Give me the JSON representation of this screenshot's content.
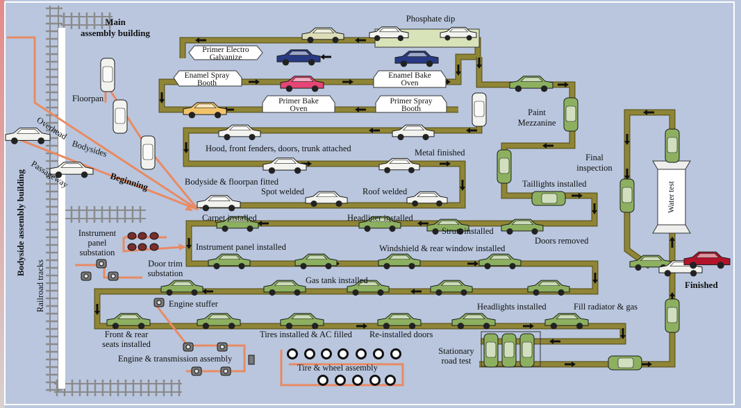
{
  "colors": {
    "background": "#b9c6de",
    "conveyor": "#8f8536",
    "conveyor_edge": "#5d5620",
    "feed_line": "#e98a62",
    "track": "#8a8a8a",
    "car_green": "#8cb060",
    "car_white": "#f2f2ee",
    "car_blue": "#283a83",
    "car_pink": "#e54673",
    "car_yellow": "#f2c46a",
    "car_red": "#b3142a",
    "car_ivory": "#dcdcb8",
    "bath": "#d9e3b9",
    "wheel": "#222222"
  },
  "labels": {
    "main_building": [
      "Main",
      "assembly building"
    ],
    "phosphate_dip": "Phosphate dip",
    "primer_electro": [
      "Primer Electro",
      "Galvanize"
    ],
    "enamel_spray": [
      "Enamel Spray",
      "Booth"
    ],
    "enamel_bake": [
      "Enamel Bake",
      "Oven"
    ],
    "primer_bake": [
      "Primer Bake",
      "Oven"
    ],
    "primer_spray": [
      "Primer Spray",
      "Booth"
    ],
    "floorpan": "Floorpan",
    "paint_mezzanine": [
      "Paint",
      "Mezzanine"
    ],
    "hood_fenders": "Hood, front fenders, doors, trunk attached",
    "metal_finished": "Metal finished",
    "final_inspection": [
      "Final",
      "inspection"
    ],
    "bodyside_floorpan": "Bodyside & floorpan fitted",
    "spot_welded": "Spot welded",
    "roof_welded": "Roof welded",
    "taillights": "Taillights installed",
    "water_test": "Water test",
    "overhead": "Overhead",
    "bodysides": "Bodysides",
    "passageway": "Passageway",
    "beginning": "Beginning",
    "bodyside_building": "Bodyside assembly building",
    "railroad_tracks": "Railroad tracks",
    "carpet": "Carpet installed",
    "headliner": "Headliner installed",
    "struts": "Struts installed",
    "doors_removed": "Doors removed",
    "instrument_substation": [
      "Instrument",
      "panel",
      "substation"
    ],
    "instrument_installed": "Instrument panel installed",
    "windshield": "Windshield & rear window installed",
    "door_trim": [
      "Door trim",
      "substation"
    ],
    "gas_tank": "Gas tank installed",
    "finished": "Finished",
    "engine_stuffer": "Engine stuffer",
    "headlights": "Headlights installed",
    "fill_radiator": "Fill radiator & gas",
    "front_rear_seats": [
      "Front & rear",
      "seats installed"
    ],
    "tires_ac": "Tires installed & AC filled",
    "reinstalled_doors": "Re-installed doors",
    "stationary_road_test": [
      "Stationary",
      "road test"
    ],
    "engine_transmission": "Engine & transmission assembly",
    "tire_wheel": "Tire & wheel assembly"
  }
}
